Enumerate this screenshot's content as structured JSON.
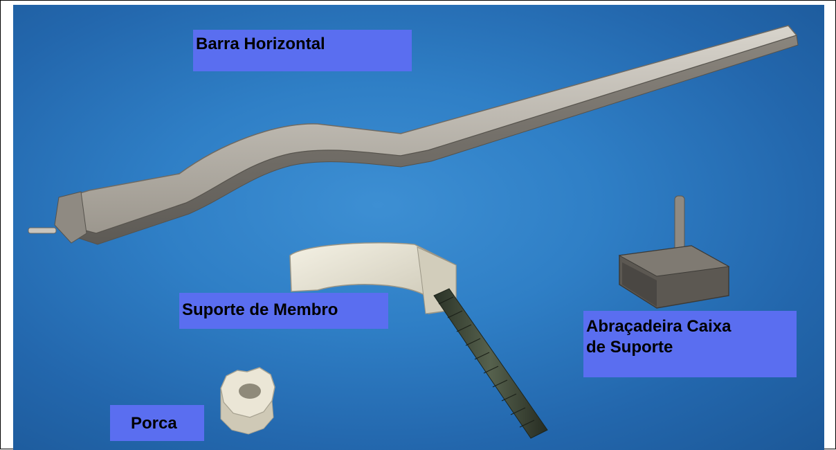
{
  "labels": {
    "barra_horizontal": "Barra Horizontal",
    "suporte_de_membro": "Suporte de Membro",
    "abracadeira": "Abraçadeira Caixa\nde Suporte",
    "porca": "Porca"
  },
  "colors": {
    "background_blue": "#2f7fc6",
    "label_box": "#5a6ef0",
    "metal": "#a9a39a",
    "white_part": "#e6e2d2",
    "screw": "#3f4a3a"
  }
}
